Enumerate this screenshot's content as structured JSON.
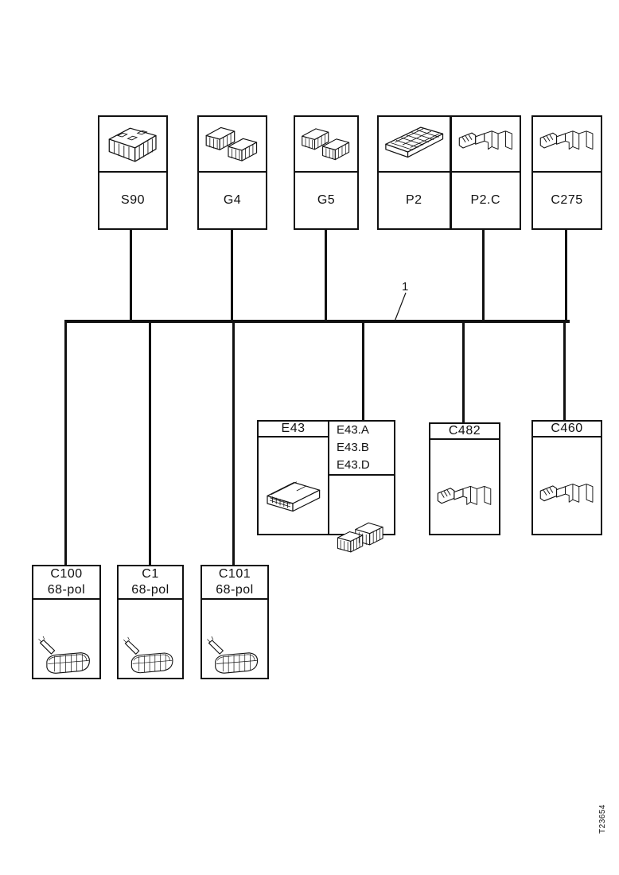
{
  "page": {
    "background": "#ffffff",
    "line_color": "#111111"
  },
  "annotation": {
    "harness_number": "1"
  },
  "plate_code": "T23654",
  "diagram": {
    "top_row": [
      {
        "label": "S90",
        "icon": "relay-block-icon"
      },
      {
        "label": "G4",
        "icon": "connector-pair-icon"
      },
      {
        "label": "G5",
        "icon": "connector-pair-icon"
      },
      {
        "label": "P2",
        "icon": "contact-plate-icon"
      },
      {
        "label": "P2.C",
        "icon": "terminal-bracket-icon"
      },
      {
        "label": "C275",
        "icon": "terminal-bracket-icon"
      }
    ],
    "middle_row": [
      {
        "label": "E43",
        "sub_labels": [
          "E43.A",
          "E43.B",
          "E43.D"
        ],
        "icons": [
          "ecu-module-icon",
          "connector-stack-icon"
        ]
      },
      {
        "label": "C482",
        "icon": "terminal-bracket-icon"
      },
      {
        "label": "C460",
        "icon": "terminal-bracket-icon"
      }
    ],
    "bottom_row": [
      {
        "label": "C100",
        "pins": "68-pol",
        "icon": "lever-connector-icon"
      },
      {
        "label": "C1",
        "pins": "68-pol",
        "icon": "lever-connector-icon"
      },
      {
        "label": "C101",
        "pins": "68-pol",
        "icon": "lever-connector-icon"
      }
    ]
  }
}
